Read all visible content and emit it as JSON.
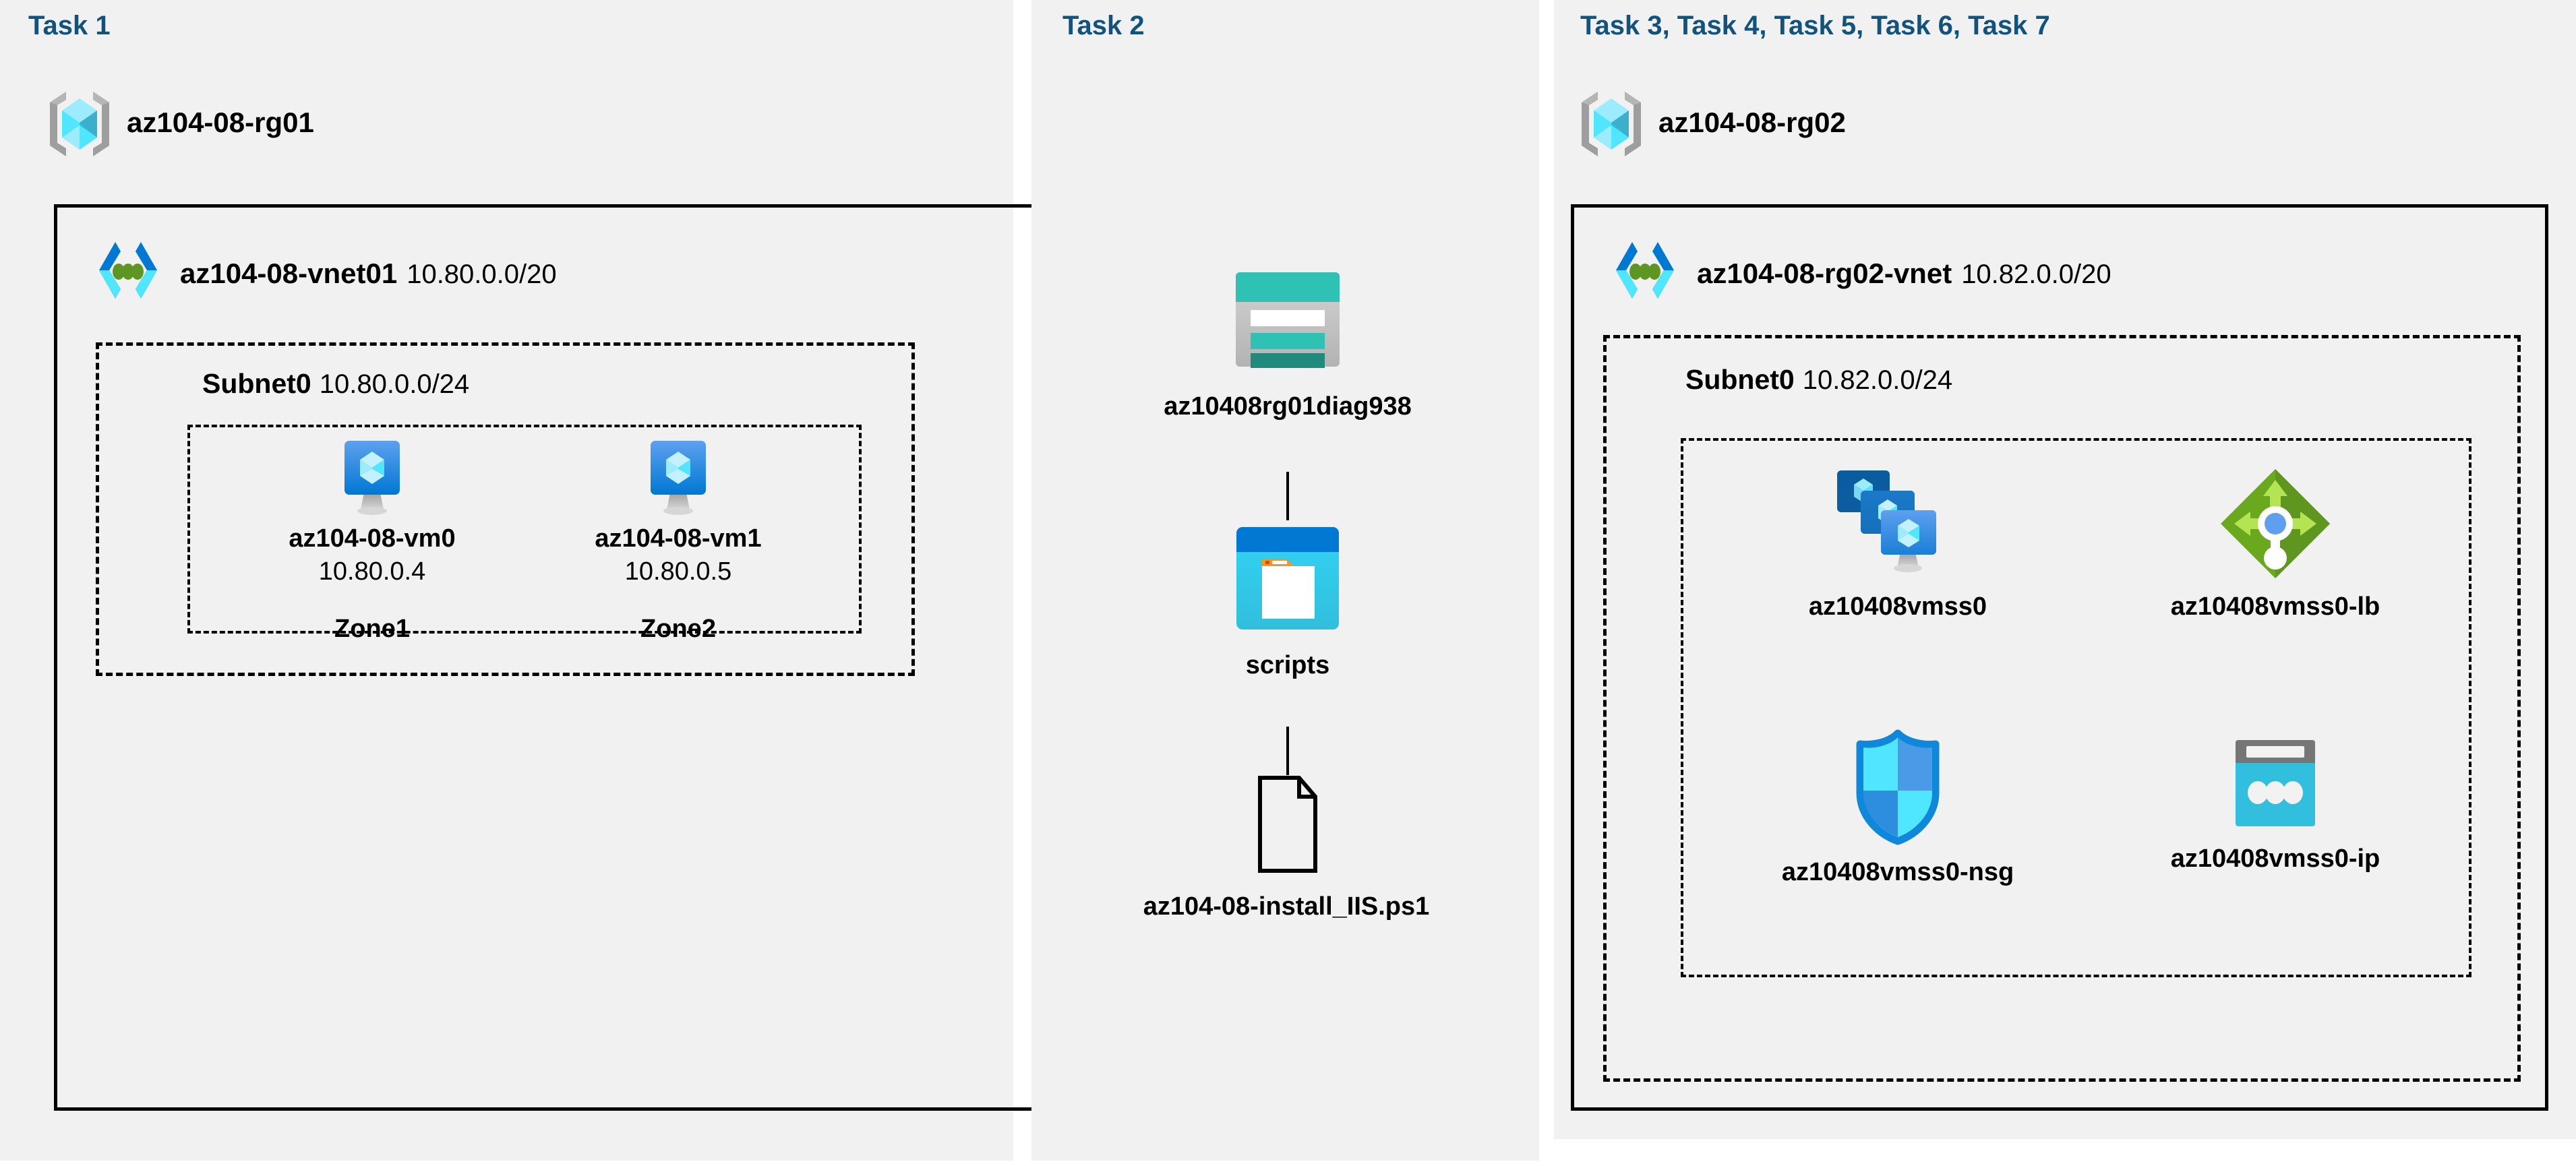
{
  "diagram": {
    "title": "AZ-104 Lab 08 architecture",
    "background": "#ffffff",
    "panel_background": "#f1f1f1",
    "task_label_color": "#12537e",
    "border_color": "#000000"
  },
  "panels": [
    {
      "task_label": "Task 1",
      "resource_group": {
        "name": "az104-08-rg01",
        "icon": "resource-group-icon"
      },
      "vnet": {
        "name": "az104-08-vnet01",
        "cidr": "10.80.0.0/20",
        "icon": "virtual-network-icon"
      },
      "subnet": {
        "name": "Subnet0",
        "cidr": "10.80.0.0/24"
      },
      "vms": [
        {
          "name": "az104-08-vm0",
          "ip": "10.80.0.4",
          "zone": "Zone1",
          "icon": "virtual-machine-icon"
        },
        {
          "name": "az104-08-vm1",
          "ip": "10.80.0.5",
          "zone": "Zone2",
          "icon": "virtual-machine-icon"
        }
      ]
    },
    {
      "task_label": "Task 2",
      "items": [
        {
          "name": "az10408rg01diag938",
          "icon": "storage-account-icon"
        },
        {
          "name": "scripts",
          "icon": "blob-container-icon"
        },
        {
          "name": "az104-08-install_IIS.ps1",
          "icon": "file-icon"
        }
      ]
    },
    {
      "task_label": "Task 3, Task 4, Task 5, Task 6, Task 7",
      "resource_group": {
        "name": "az104-08-rg02",
        "icon": "resource-group-icon"
      },
      "vnet": {
        "name": "az104-08-rg02-vnet",
        "cidr": "10.82.0.0/20",
        "icon": "virtual-network-icon"
      },
      "subnet": {
        "name": "Subnet0",
        "cidr": "10.82.0.0/24"
      },
      "resources": [
        {
          "name": "az10408vmss0",
          "icon": "vm-scale-set-icon"
        },
        {
          "name": "az10408vmss0-lb",
          "icon": "load-balancer-icon"
        },
        {
          "name": "az10408vmss0-nsg",
          "icon": "network-security-group-icon"
        },
        {
          "name": "az10408vmss0-ip",
          "icon": "public-ip-address-icon"
        }
      ]
    }
  ],
  "colors": {
    "azure_blue": "#0078d4",
    "cyan": "#32bedd",
    "light_cyan": "#9cebff",
    "green": "#7fba00",
    "teal": "#2fc2b4",
    "dark_teal": "#1f8a7d",
    "gray": "#767676",
    "orange": "#f7941e",
    "task_blue": "#12537e"
  }
}
